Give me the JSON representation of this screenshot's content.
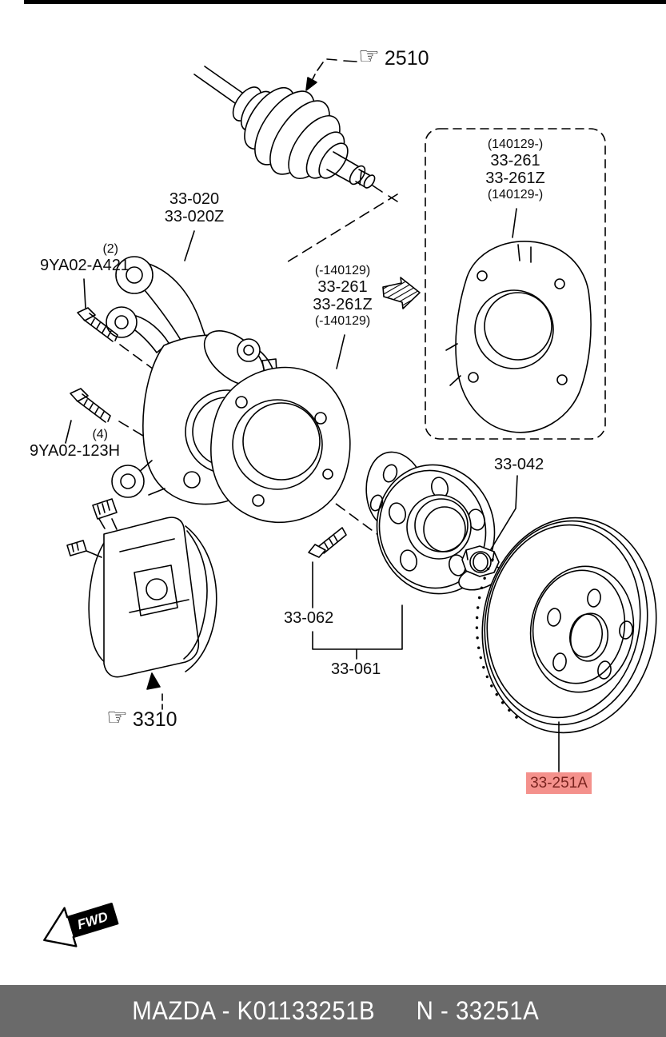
{
  "callouts": {
    "axle": {
      "ref": "2510"
    },
    "knuckle": {
      "l1": "33-020",
      "l2": "33-020Z"
    },
    "bolt_upper": {
      "qty": "(2)",
      "part": "9YA02-A421"
    },
    "bolt_lower": {
      "qty": "(4)",
      "part": "9YA02-123H"
    },
    "shield_early": {
      "r1": "(-140129)",
      "l1": "33-261",
      "l2": "33-261Z",
      "r2": "(-140129)"
    },
    "shield_late": {
      "r1": "(140129-)",
      "l1": "33-261",
      "l2": "33-261Z",
      "r2": "(140129-)"
    },
    "nut": {
      "part": "33-042"
    },
    "hub_bolt": {
      "part": "33-062"
    },
    "hub": {
      "part": "33-061"
    },
    "caliper": {
      "ref": "3310"
    },
    "rotor": {
      "part": "33-251A"
    }
  },
  "icons": {
    "pointing_hand": "☞"
  },
  "fwd": {
    "label": "FWD"
  },
  "footer": {
    "catalog": "MAZDA - K01133251B",
    "part": "N - 33251A"
  },
  "colors": {
    "highlight_bg": "#f4918c",
    "highlight_text": "#7b241f",
    "footer_bg": "#6a6a6a",
    "line": "#000000"
  }
}
